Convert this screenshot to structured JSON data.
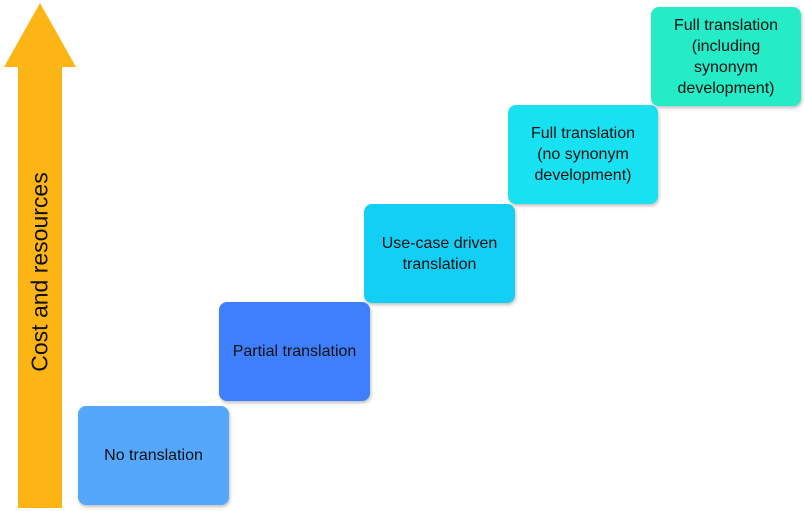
{
  "axis": {
    "label": "Cost and resources",
    "arrow_color": "#FDB515"
  },
  "steps": [
    {
      "label": "No translation",
      "color": "#55A7FB"
    },
    {
      "label": "Partial translation",
      "color": "#3F7FFB"
    },
    {
      "label": "Use-case driven\ntranslation",
      "color": "#14CFF5"
    },
    {
      "label": "Full translation\n(no synonym\ndevelopment)",
      "color": "#18E2F2"
    },
    {
      "label": "Full translation\n(including\nsynonym\ndevelopment)",
      "color": "#25EBC6"
    }
  ]
}
